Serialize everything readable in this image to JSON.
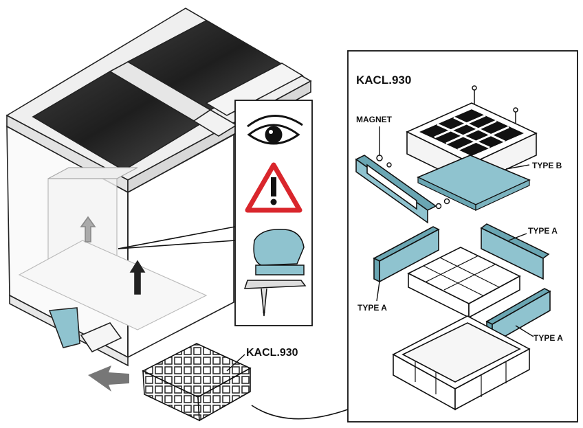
{
  "labels": {
    "kacl_main": "KACL.930",
    "kacl_detail": "KACL.930",
    "magnet": "MAGNET",
    "type_b": "TYPE B",
    "type_a_right_top": "TYPE A",
    "type_a_left": "TYPE A",
    "type_a_right_bottom": "TYPE A"
  },
  "icons": [
    "eye-icon",
    "warning-icon",
    "jigsaw-icon"
  ],
  "colors": {
    "accent_panel": "#8fc3cf",
    "warning_red": "#d9262c",
    "line": "#111111"
  }
}
